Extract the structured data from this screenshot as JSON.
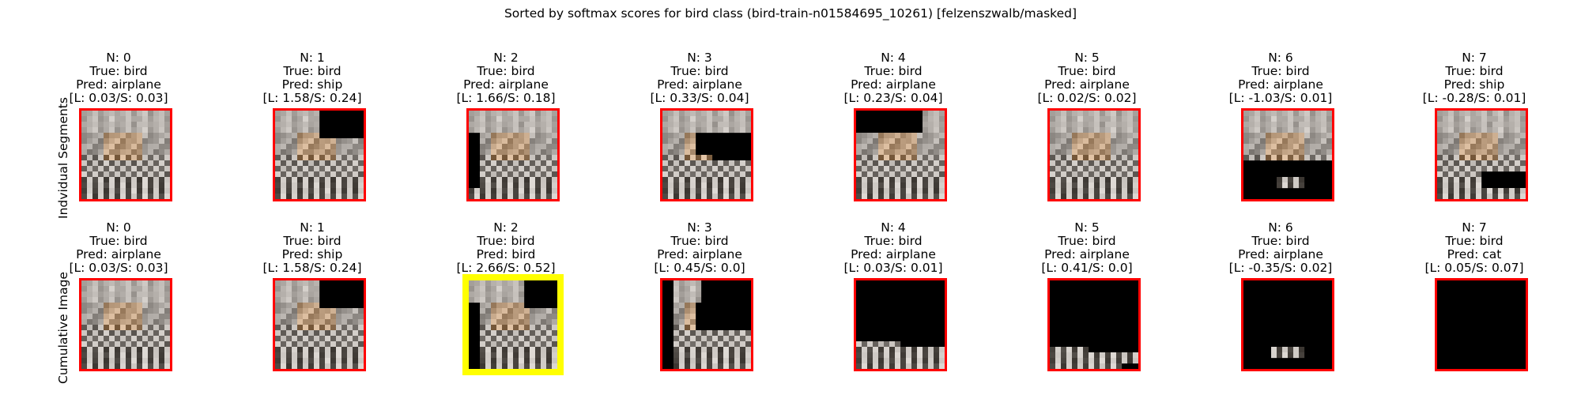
{
  "figure": {
    "title": "Sorted by softmax scores for bird class (bird-train-n01584695_10261) [felzenszwalb/masked]",
    "row_labels": [
      "Indvidual Segments",
      "Cumulative Image"
    ]
  },
  "rows": [
    {
      "cells": [
        {
          "n": "N: 0",
          "true": "True: bird",
          "pred": "Pred: airplane",
          "score": "[L: 0.03/S: 0.03]",
          "highlight": false
        },
        {
          "n": "N: 1",
          "true": "True: bird",
          "pred": "Pred: ship",
          "score": "[L: 1.58/S: 0.24]",
          "highlight": false
        },
        {
          "n": "N: 2",
          "true": "True: bird",
          "pred": "Pred: airplane",
          "score": "[L: 1.66/S: 0.18]",
          "highlight": false
        },
        {
          "n": "N: 3",
          "true": "True: bird",
          "pred": "Pred: airplane",
          "score": "[L: 0.33/S: 0.04]",
          "highlight": false
        },
        {
          "n": "N: 4",
          "true": "True: bird",
          "pred": "Pred: airplane",
          "score": "[L: 0.23/S: 0.04]",
          "highlight": false
        },
        {
          "n": "N: 5",
          "true": "True: bird",
          "pred": "Pred: airplane",
          "score": "[L: 0.02/S: 0.02]",
          "highlight": false
        },
        {
          "n": "N: 6",
          "true": "True: bird",
          "pred": "Pred: airplane",
          "score": "[L: -1.03/S: 0.01]",
          "highlight": false
        },
        {
          "n": "N: 7",
          "true": "True: bird",
          "pred": "Pred: ship",
          "score": "[L: -0.28/S: 0.01]",
          "highlight": false
        }
      ]
    },
    {
      "cells": [
        {
          "n": "N: 0",
          "true": "True: bird",
          "pred": "Pred: airplane",
          "score": "[L: 0.03/S: 0.03]",
          "highlight": false
        },
        {
          "n": "N: 1",
          "true": "True: bird",
          "pred": "Pred: ship",
          "score": "[L: 1.58/S: 0.24]",
          "highlight": false
        },
        {
          "n": "N: 2",
          "true": "True: bird",
          "pred": "Pred: bird",
          "score": "[L: 2.66/S: 0.52]",
          "highlight": true
        },
        {
          "n": "N: 3",
          "true": "True: bird",
          "pred": "Pred: airplane",
          "score": "[L: 0.45/S: 0.0]",
          "highlight": false
        },
        {
          "n": "N: 4",
          "true": "True: bird",
          "pred": "Pred: airplane",
          "score": "[L: 0.03/S: 0.01]",
          "highlight": false
        },
        {
          "n": "N: 5",
          "true": "True: bird",
          "pred": "Pred: airplane",
          "score": "[L: 0.41/S: 0.0]",
          "highlight": false
        },
        {
          "n": "N: 6",
          "true": "True: bird",
          "pred": "Pred: airplane",
          "score": "[L: -0.35/S: 0.02]",
          "highlight": false
        },
        {
          "n": "N: 7",
          "true": "True: bird",
          "pred": "Pred: cat",
          "score": "[L: 0.05/S: 0.07]",
          "highlight": false
        }
      ]
    }
  ],
  "colors": {
    "frame_default": "#ff0000",
    "frame_highlight": "#ffff00",
    "mask": "#000000"
  }
}
